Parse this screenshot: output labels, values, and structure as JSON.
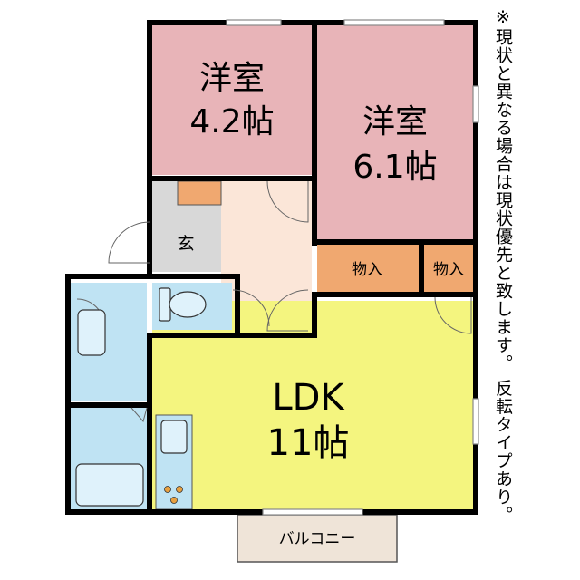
{
  "rooms": {
    "western_room_a": {
      "name": "洋室",
      "size": "4.2帖"
    },
    "western_room_b": {
      "name": "洋室",
      "size": "6.1帖"
    },
    "entrance": {
      "name": "玄"
    },
    "storage_a": {
      "name": "物入"
    },
    "storage_b": {
      "name": "物入"
    },
    "ldk": {
      "name": "LDK",
      "size": "11帖"
    },
    "balcony": {
      "name": "バルコニー"
    }
  },
  "note": "※現状と異なる場合は現状優先と致します。 反転タイプあり。",
  "colors": {
    "western_room": "#e8b4b8",
    "ldk": "#f4f57f",
    "hall": "#fbe6d8",
    "entrance": "#d8d8d8",
    "storage": "#f0a870",
    "wet_area": "#bfe3f3",
    "balcony": "#efe4d8",
    "wall": "#000000"
  }
}
